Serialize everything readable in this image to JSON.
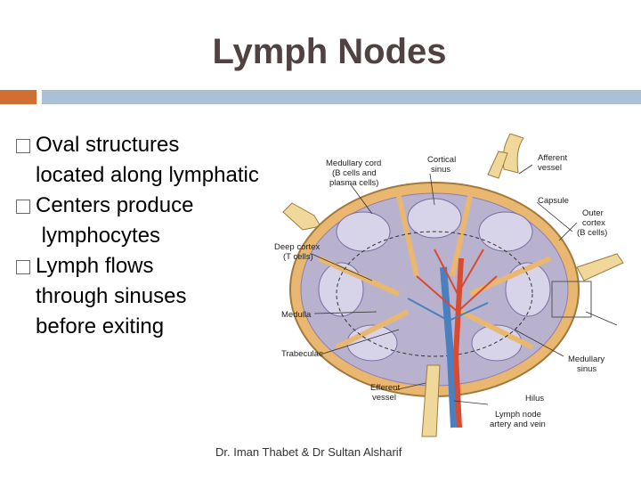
{
  "slide": {
    "title": "Lymph Nodes",
    "bullets": [
      {
        "lines": [
          "Oval structures",
          "located along lymphatic"
        ]
      },
      {
        "lines": [
          "Centers produce",
          " lymphocytes"
        ]
      },
      {
        "lines": [
          "Lymph flows",
          "through sinuses",
          "before exiting"
        ]
      }
    ],
    "footer": "Dr. Iman Thabet & Dr Sultan Alsharif"
  },
  "diagram": {
    "labels": {
      "medullary_cord": [
        "Medullary cord",
        "(B cells and",
        "plasma cells)"
      ],
      "cortical_sinus": [
        "Cortical",
        "sinus"
      ],
      "afferent_vessel": [
        "Afferent",
        "vessel"
      ],
      "capsule": "Capsule",
      "outer_cortex": [
        "Outer",
        "cortex",
        "(B cells)"
      ],
      "deep_cortex": [
        "Deep cortex",
        "(T cells)"
      ],
      "medulla": "Medulla",
      "trabeculae": "Trabeculae",
      "medullary_sinus": [
        "Medullary",
        "sinus"
      ],
      "hilus": "Hilus",
      "efferent_vessel": [
        "Efferent",
        "vessel"
      ],
      "lymph_node_artery": [
        "Lymph node",
        "artery and vein"
      ]
    },
    "colors": {
      "capsule": "#e9b770",
      "cortex": "#b8b2cf",
      "artery": "#d94a2e",
      "vein": "#4a7fc0"
    }
  }
}
